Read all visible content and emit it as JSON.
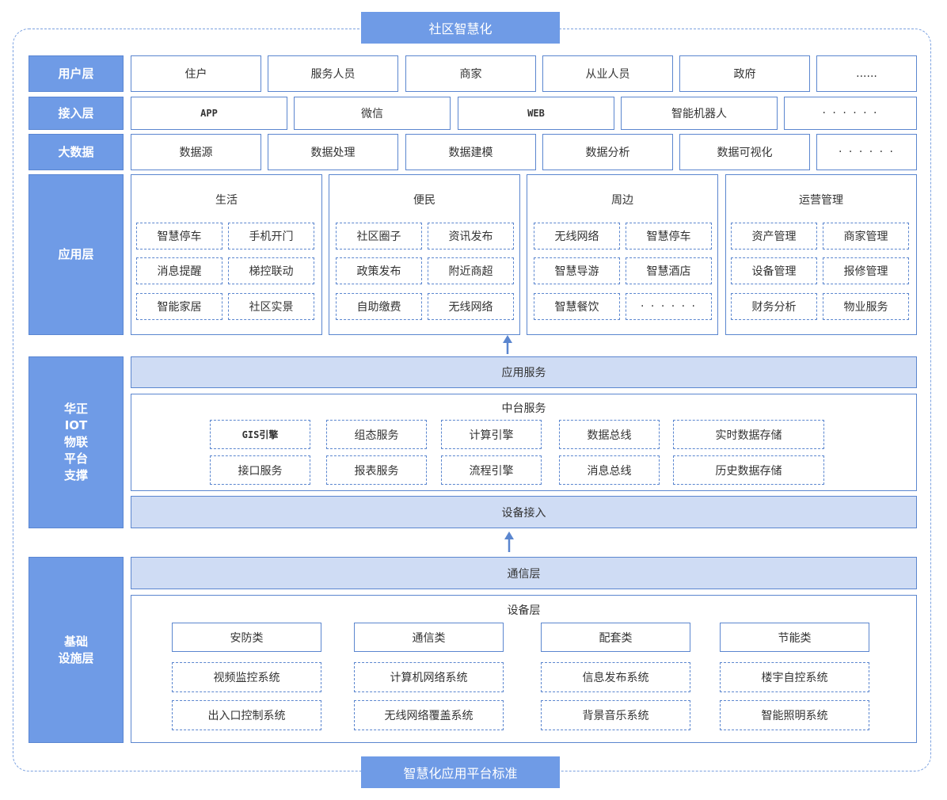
{
  "top_banner": "社区智慧化",
  "bottom_banner": "智慧化应用平台标准",
  "layers": {
    "user": {
      "label": "用户层",
      "items": [
        "住户",
        "服务人员",
        "商家",
        "从业人员",
        "政府",
        "......"
      ]
    },
    "access": {
      "label": "接入层",
      "items": [
        "APP",
        "微信",
        "WEB",
        "智能机器人",
        "· · · · · ·"
      ]
    },
    "bigdata": {
      "label": "大数据",
      "items": [
        "数据源",
        "数据处理",
        "数据建模",
        "数据分析",
        "数据可视化",
        "· · · · · ·"
      ]
    },
    "app": {
      "label": "应用层",
      "groups": [
        {
          "title": "生活",
          "items": [
            "智慧停车",
            "手机开门",
            "消息提醒",
            "梯控联动",
            "智能家居",
            "社区实景"
          ]
        },
        {
          "title": "便民",
          "items": [
            "社区圈子",
            "资讯发布",
            "政策发布",
            "附近商超",
            "自助缴费",
            "无线网络"
          ]
        },
        {
          "title": "周边",
          "items": [
            "无线网络",
            "智慧停车",
            "智慧导游",
            "智慧酒店",
            "智慧餐饮",
            "· · · · · ·"
          ]
        },
        {
          "title": "运营管理",
          "items": [
            "资产管理",
            "商家管理",
            "设备管理",
            "报修管理",
            "财务分析",
            "物业服务"
          ]
        }
      ]
    },
    "iot": {
      "label_lines": [
        "华正",
        "IOT",
        "物联",
        "平台",
        "支撑"
      ],
      "app_service": "应用服务",
      "middle_title": "中台服务",
      "middle_items": [
        "GIS引擎",
        "组态服务",
        "计算引擎",
        "数据总线",
        "实时数据存储",
        "接口服务",
        "报表服务",
        "流程引擎",
        "消息总线",
        "历史数据存储"
      ],
      "device_access": "设备接入"
    },
    "infra": {
      "label_lines": [
        "基础",
        "设施层"
      ],
      "comm": "通信层",
      "device_title": "设备层",
      "columns": [
        {
          "head": "安防类",
          "items": [
            "视频监控系统",
            "出入口控制系统"
          ]
        },
        {
          "head": "通信类",
          "items": [
            "计算机网络系统",
            "无线网络覆盖系统"
          ]
        },
        {
          "head": "配套类",
          "items": [
            "信息发布系统",
            "背景音乐系统"
          ]
        },
        {
          "head": "节能类",
          "items": [
            "楼宇自控系统",
            "智能照明系统"
          ]
        }
      ]
    }
  },
  "colors": {
    "accent": "#6f9be6",
    "light_band": "#cfdcf4",
    "border": "#5b86cf",
    "arrow": "#5b86cf"
  }
}
